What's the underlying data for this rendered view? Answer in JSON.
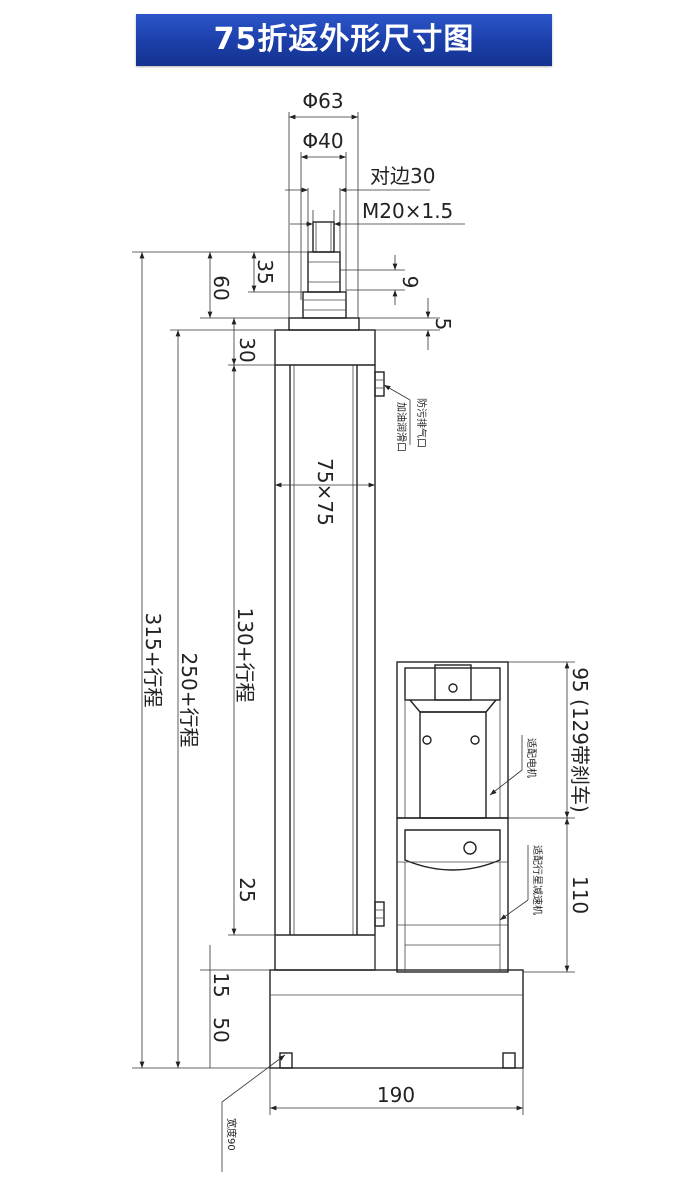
{
  "title": "75折返外形尺寸图",
  "dimensions": {
    "phi63": "Φ63",
    "phi40": "Φ40",
    "across_flats": "对边30",
    "thread": "M20×1.5",
    "d35": "35",
    "d60": "60",
    "d9": "9",
    "d5": "5",
    "d30": "30",
    "section": "75×75",
    "d315": "315+行程",
    "d250": "250+行程",
    "d130": "130+行程",
    "d25": "25",
    "d15": "15",
    "d50": "50",
    "d190": "190",
    "d95": "95 (129带刹车)",
    "d110": "110"
  },
  "annotations": {
    "vent_port": "防污排气口",
    "lube_port": "加油润滑口",
    "motor": "适配电机",
    "reducer": "适配行星减速机",
    "width": "宽度90"
  },
  "colors": {
    "banner": "#1f44b0",
    "line": "#222222"
  }
}
